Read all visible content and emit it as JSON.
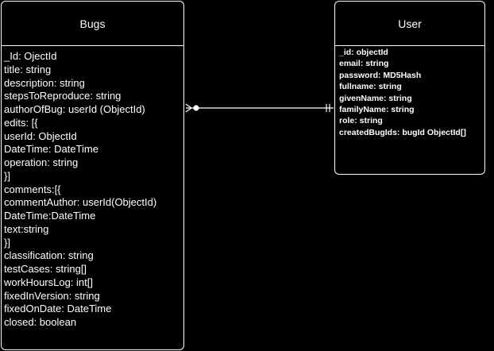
{
  "bugs": {
    "title": "Bugs",
    "fields": [
      "_Id: OjectId",
      "title: string",
      "description: string",
      "stepsToReproduce: string",
      "authorOfBug: userId (ObjectId)",
      "edits: [{",
      "userId: ObjectId",
      "DateTime: DateTime",
      "operation: string",
      "}]",
      "comments:[{",
      "commentAuthor: userId(ObjectId)",
      "DateTime:DateTime",
      "text:string",
      "}]",
      "classification: string",
      "testCases: string[]",
      "workHoursLog: int[]",
      "fixedInVersion: string",
      "fixedOnDate: DateTime",
      "closed: boolean"
    ]
  },
  "user": {
    "title": "User",
    "fields": [
      "_id: objectId",
      "email: string",
      "password: MD5Hash",
      "fullname: string",
      "givenName: string",
      "familyName: string",
      "role: string",
      "createdBugIds: bugId ObjectId[]"
    ]
  },
  "relationship": {
    "from": "bugs",
    "to": "user",
    "from_end": "zero-or-many",
    "to_end": "one-and-only-one",
    "color": "#ffffff"
  }
}
